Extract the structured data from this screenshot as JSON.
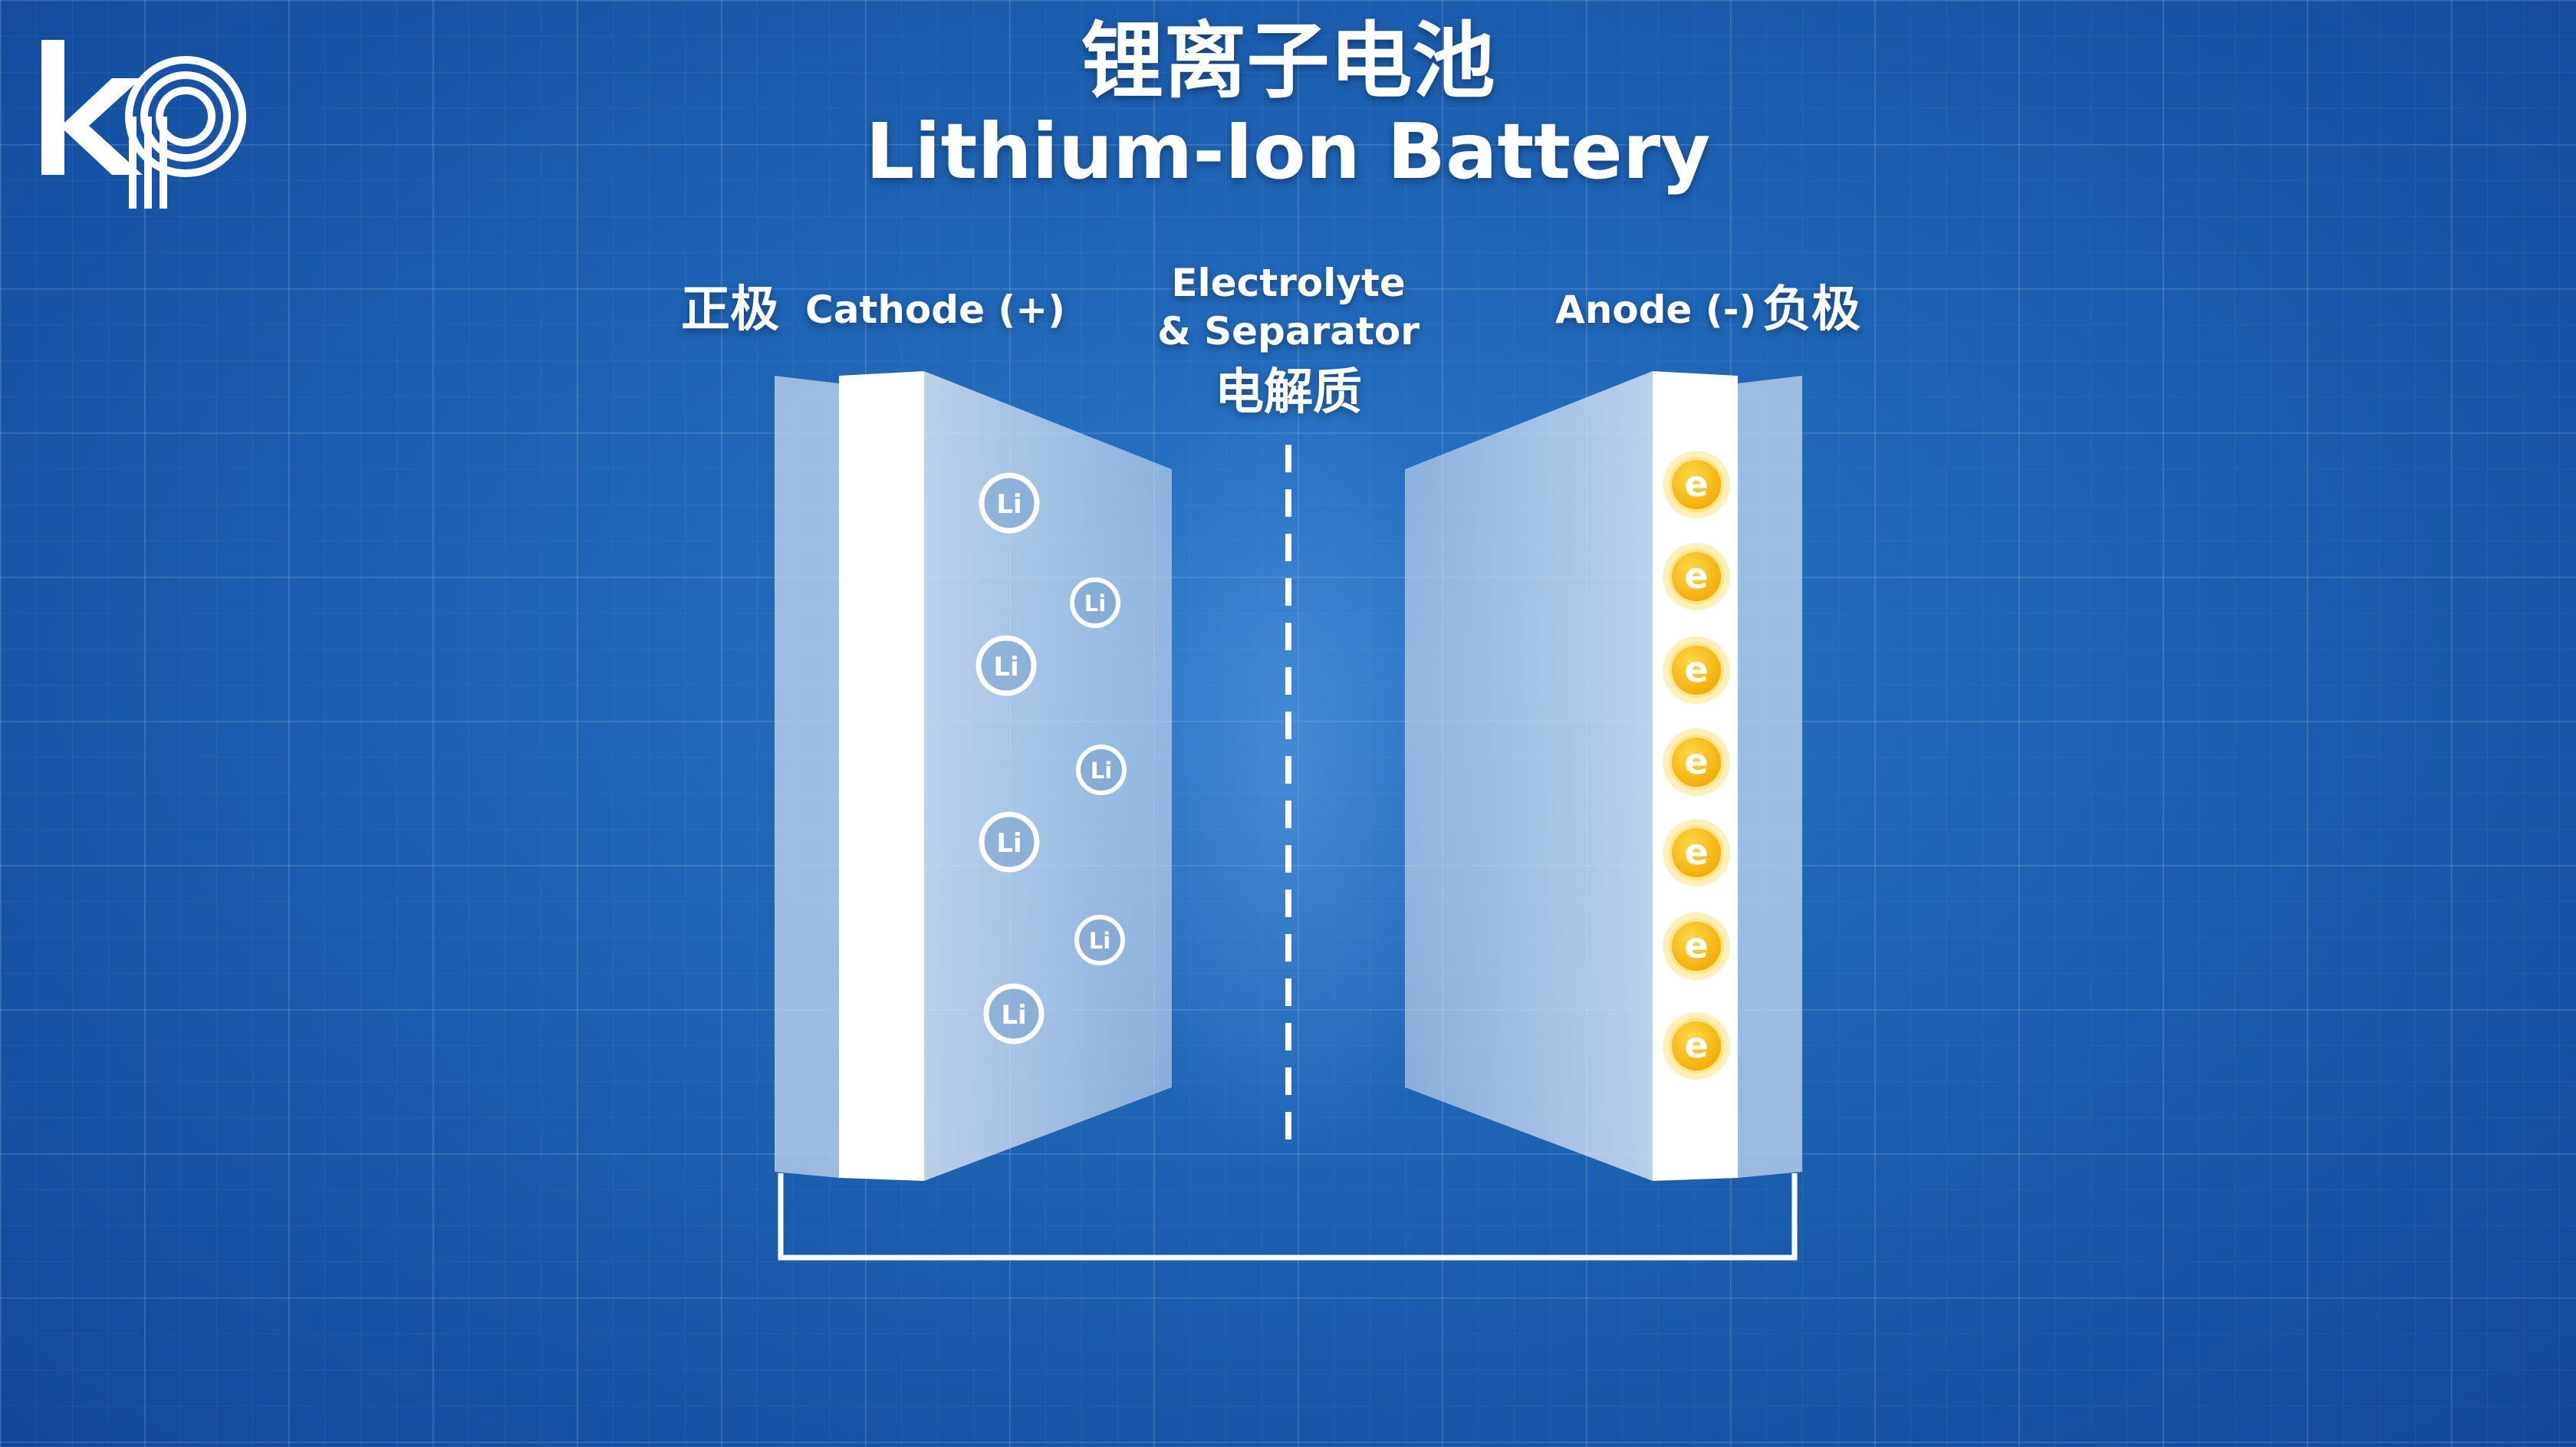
{
  "title": {
    "zh": "锂离子电池",
    "en": "Lithium-Ion Battery"
  },
  "cathode": {
    "zh": "正极",
    "en": "Cathode (+)",
    "ion_label": "Li",
    "ion_count": 7
  },
  "electrolyte": {
    "line1": "Electrolyte",
    "line2": "& Separator",
    "zh": "电解质"
  },
  "anode": {
    "en": "Anode (-)",
    "zh": "负极",
    "electron_label": "e",
    "electron_count": 7
  },
  "logo": {
    "text": "kp",
    "color": "#ffffff"
  },
  "colors": {
    "background": "#1d62b3",
    "electron": "#f2b705",
    "electrode_face": "#ffffff"
  }
}
